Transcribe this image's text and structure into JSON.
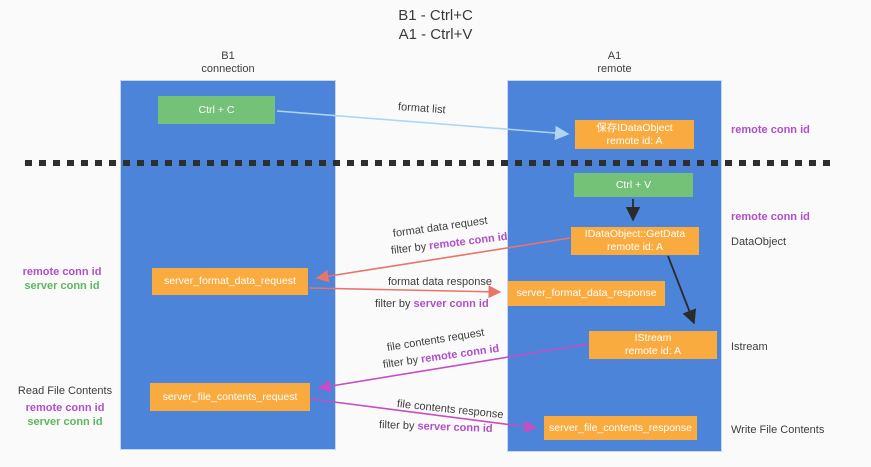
{
  "title": {
    "line1": "B1 - Ctrl+C",
    "line2": "A1 - Ctrl+V"
  },
  "columns": {
    "left": {
      "name": "B1",
      "subtitle": "connection"
    },
    "right": {
      "name": "A1",
      "subtitle": "remote"
    }
  },
  "boxes": {
    "ctrl_c": "Ctrl + C",
    "ctrl_v": "Ctrl + V",
    "save_dataobject_line1": "保存IDataObject",
    "save_dataobject_line2": "remote id: A",
    "getdata_line1": "IDataObject::GetData",
    "getdata_line2": "remote id: A",
    "istream_line1": "IStream",
    "istream_line2": "remote id: A",
    "server_format_data_request": "server_format_data_request",
    "server_format_data_response": "server_format_data_response",
    "server_file_contents_request": "server_file_contents_request",
    "server_file_contents_response": "server_file_contents_response"
  },
  "arrow_labels": {
    "format_list": "format list",
    "format_data_request": "format data request",
    "format_data_response": "format data response",
    "file_contents_request": "file contents request",
    "file_contents_response": "file contents response",
    "filter_by": "filter by",
    "remote_conn_id": "remote conn id",
    "server_conn_id": "server conn id"
  },
  "side_labels": {
    "remote_conn_id_top": "remote conn id",
    "remote_conn_id_mid": "remote conn id",
    "dataobject": "DataObject",
    "istream": "Istream",
    "write_file_contents": "Write File Contents",
    "read_file_contents": "Read File Contents",
    "left_remote_conn_id": "remote conn id",
    "left_server_conn_id": "server conn id",
    "left_remote_conn_id2": "remote conn id",
    "left_server_conn_id2": "server conn id"
  },
  "colors": {
    "column_blue": "#4c84da",
    "box_green": "#74c278",
    "box_orange": "#f9ab40",
    "arrow_light_blue": "#aed6f2",
    "arrow_red": "#e8746a",
    "arrow_magenta": "#c44fc4",
    "arrow_black": "#2b2b2b",
    "label_purple": "#b04fc8",
    "label_green": "#5cb85f",
    "text_dark": "#3d3d3d"
  }
}
